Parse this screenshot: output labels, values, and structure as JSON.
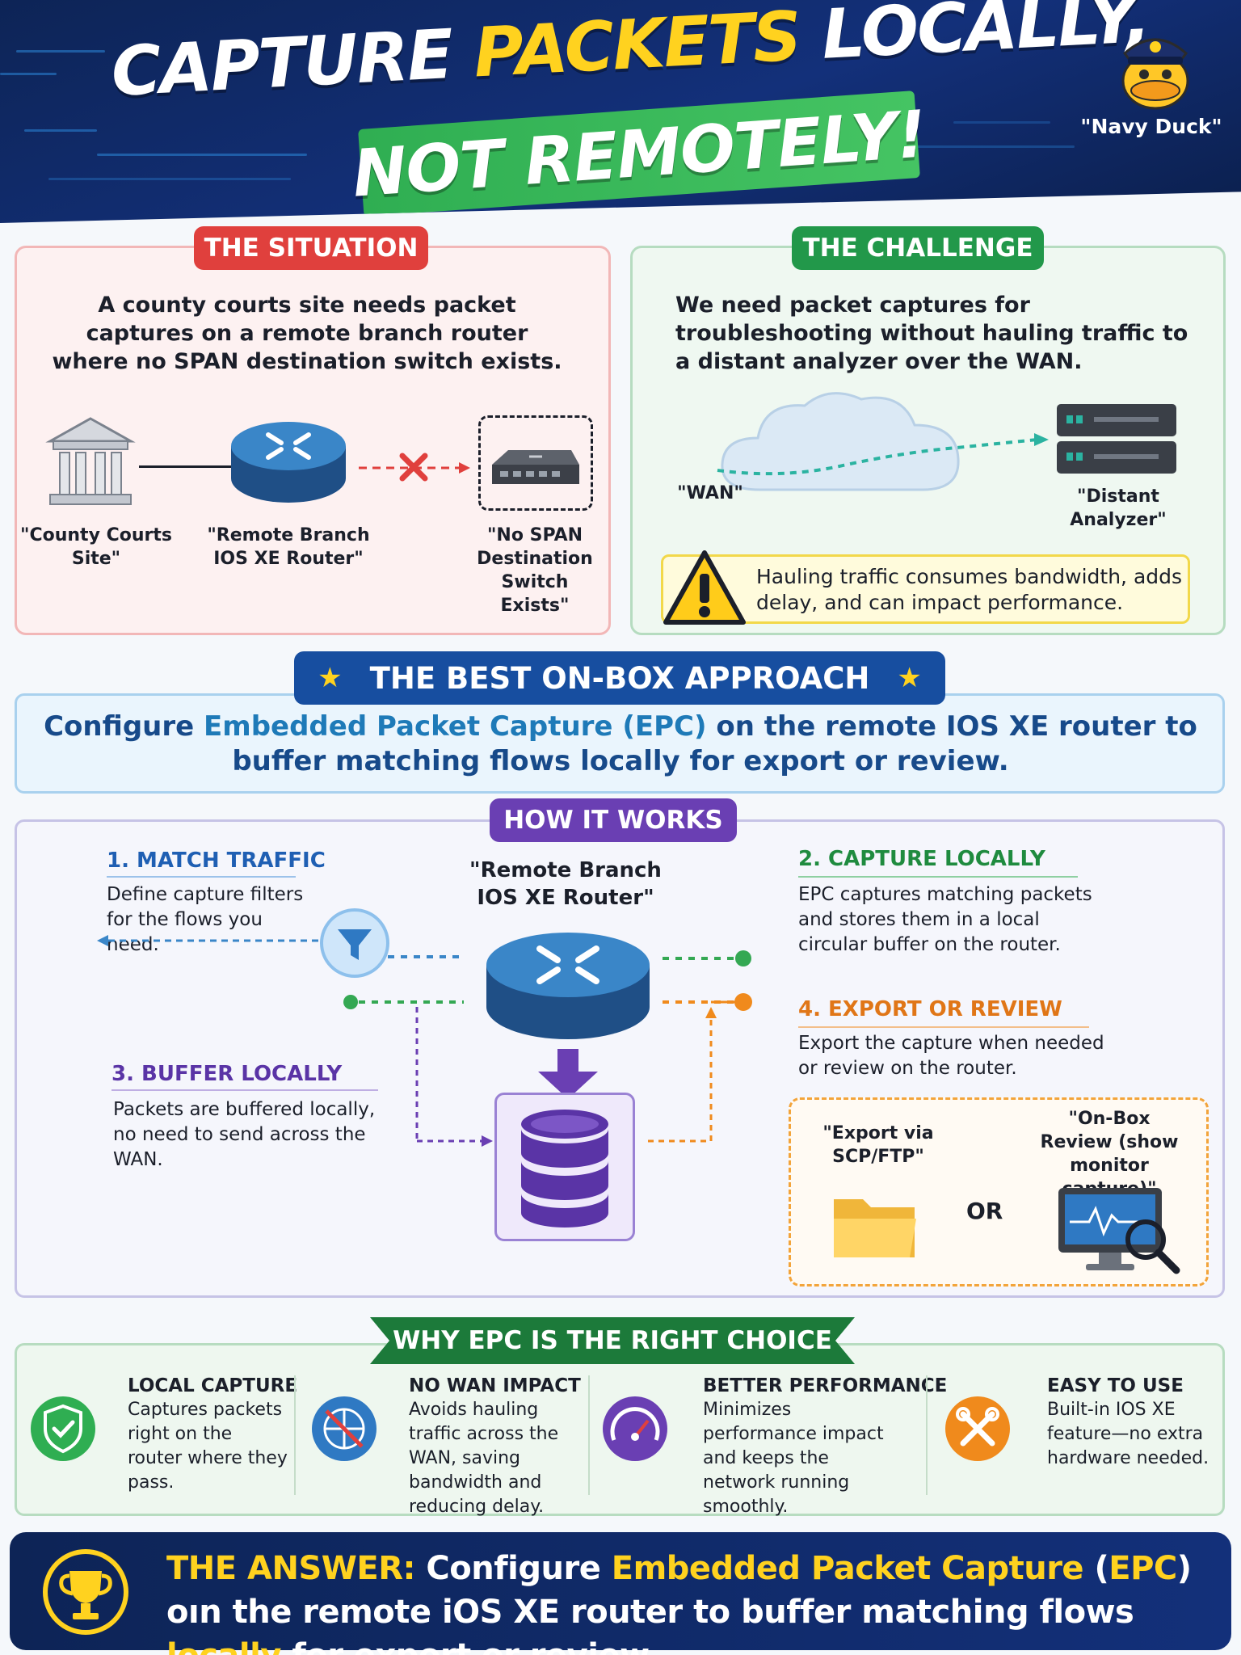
{
  "header": {
    "title_line1_part1": "CAPTURE ",
    "title_line1_highlight": "PACKETS",
    "title_line1_part2": " LOCALLY,",
    "title_line2": "NOT REMOTELY!",
    "mascot_label": "\"Navy Duck\""
  },
  "situation": {
    "label": "THE SITUATION",
    "text": "A county courts site needs packet captures on a remote branch router where no SPAN destination switch exists.",
    "captions": {
      "site": "\"County Courts\nSite\"",
      "router": "\"Remote Branch\nIOS XE Router\"",
      "switch": "\"No SPAN\nDestination\nSwitch\nExists\""
    }
  },
  "challenge": {
    "label": "THE CHALLENGE",
    "text": "We need packet captures for troubleshooting without hauling traffic to a distant analyzer over the WAN.",
    "wan_label": "\"WAN\"",
    "analyzer_label": "\"Distant\nAnalyzer\"",
    "warning": "Hauling traffic consumes bandwidth, adds delay, and can impact performance."
  },
  "best": {
    "label": "THE BEST ON-BOX APPROACH",
    "star": "★",
    "text_part1": "Configure ",
    "text_highlight": "Embedded Packet Capture (EPC)",
    "text_part2": " on the remote IOS XE router to buffer matching flows locally for export or review."
  },
  "how": {
    "label": "HOW IT WORKS",
    "router_caption": "\"Remote Branch\nIOS XE Router\"",
    "steps": [
      {
        "title": "1. MATCH TRAFFIC",
        "text": "Define capture filters for the flows you need."
      },
      {
        "title": "2. CAPTURE LOCALLY",
        "text": "EPC captures matching packets and stores them in a local circular buffer on the router."
      },
      {
        "title": "3. BUFFER LOCALLY",
        "text": "Packets are buffered locally, no need to send across the WAN."
      },
      {
        "title": "4. EXPORT OR REVIEW",
        "text": "Export the capture when needed or review on the router."
      }
    ],
    "export_label": "\"Export via\nSCP/FTP\"",
    "review_label": "\"On-Box\nReview (show\nmonitor capture)\"",
    "or_label": "OR"
  },
  "why": {
    "label": "WHY EPC IS THE RIGHT CHOICE",
    "items": [
      {
        "title": "LOCAL CAPTURE",
        "text": "Captures packets right on the router where they pass."
      },
      {
        "title": "NO WAN IMPACT",
        "text": "Avoids hauling traffic across the WAN, saving bandwidth and reducing delay."
      },
      {
        "title": "BETTER PERFORMANCE",
        "text": "Minimizes performance impact and keeps the network running smoothly."
      },
      {
        "title": "EASY TO USE",
        "text": "Built-in IOS XE feature—no extra hardware needed."
      }
    ]
  },
  "answer": {
    "label": "THE ANSWER:",
    "p1": " Configure ",
    "h1": "Embedded Packet Capture",
    "p2": " (",
    "h2": "EPC",
    "p3": ") oın the remote iOS XE router to buffer matching flows ",
    "h3": "locally",
    "p4": " for export or review."
  },
  "colors": {
    "navy": "#0d2456",
    "yellow": "#ffd21f",
    "green": "#22984a",
    "red": "#e0403d",
    "purple": "#6a3fb3",
    "blue": "#174ea0",
    "orange": "#f08a1c"
  },
  "icons": [
    "courthouse-icon",
    "router-icon",
    "switch-icon",
    "cloud-icon",
    "server-icon",
    "warning-icon",
    "filter-icon",
    "database-icon",
    "folder-icon",
    "monitor-icon",
    "shield-check-icon",
    "no-wan-icon",
    "speedometer-icon",
    "tools-icon",
    "trophy-icon",
    "duck-mascot-icon"
  ]
}
